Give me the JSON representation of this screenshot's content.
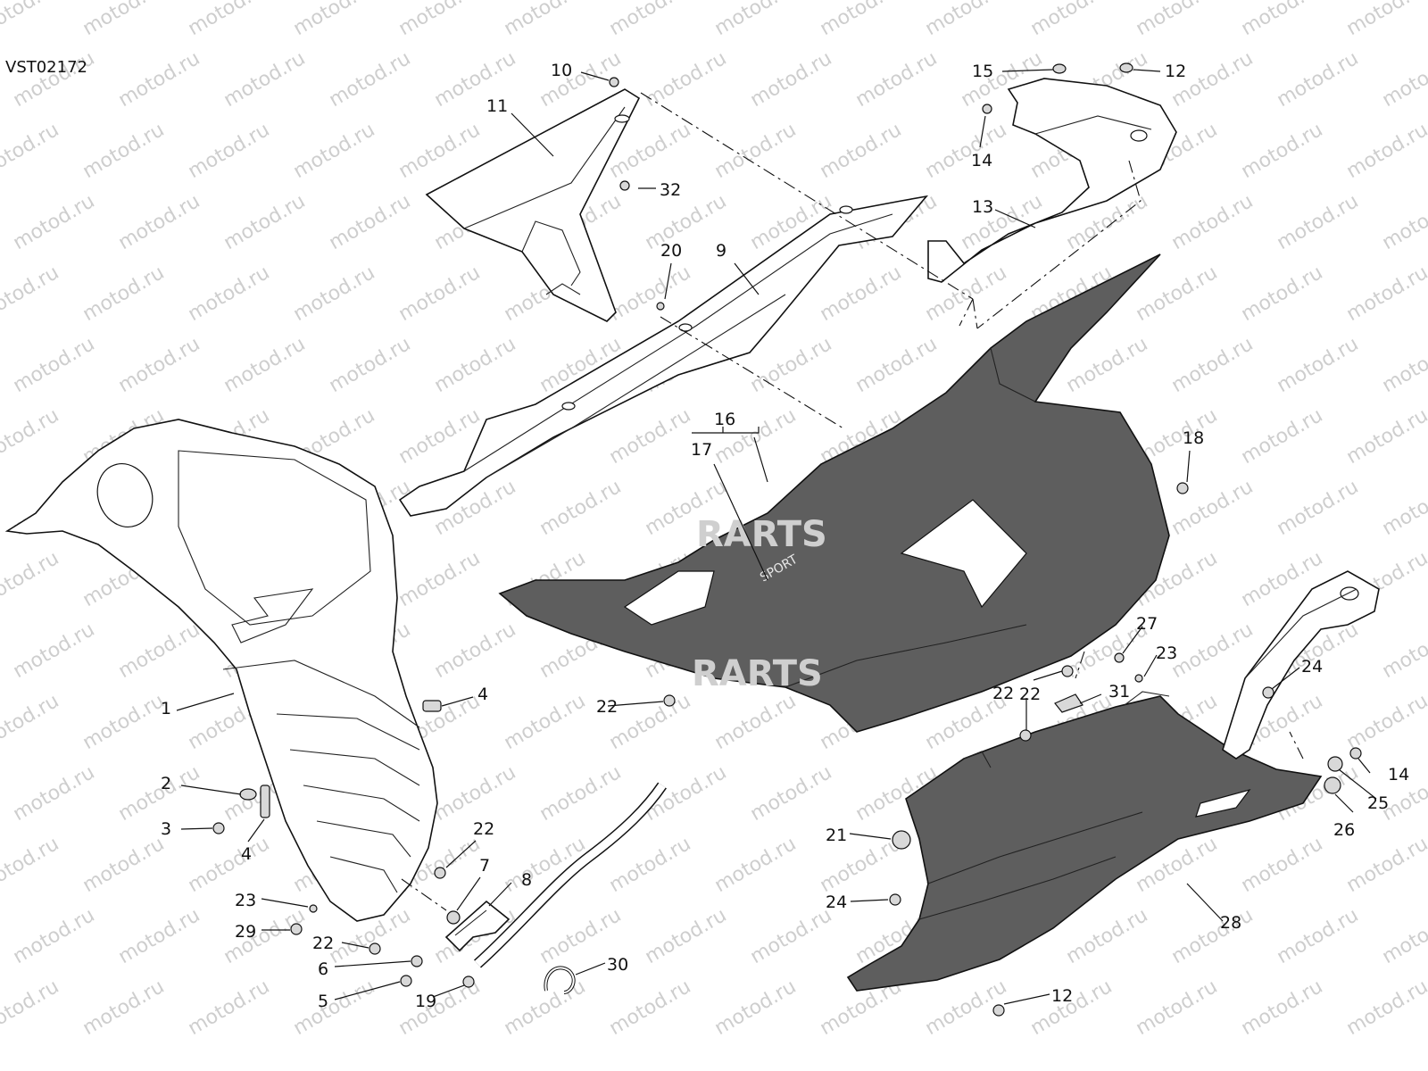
{
  "diagram": {
    "code": "VST02172",
    "watermark": "motod.ru",
    "brand_mark": "RARTS",
    "decal_text": "SPORT",
    "callouts": [
      {
        "id": "c10",
        "label": "10"
      },
      {
        "id": "c11",
        "label": "11"
      },
      {
        "id": "c32",
        "label": "32"
      },
      {
        "id": "c15",
        "label": "15"
      },
      {
        "id": "c12a",
        "label": "12"
      },
      {
        "id": "c14a",
        "label": "14"
      },
      {
        "id": "c13",
        "label": "13"
      },
      {
        "id": "c20",
        "label": "20"
      },
      {
        "id": "c9",
        "label": "9"
      },
      {
        "id": "c16",
        "label": "16"
      },
      {
        "id": "c17",
        "label": "17"
      },
      {
        "id": "c18",
        "label": "18"
      },
      {
        "id": "c27",
        "label": "27"
      },
      {
        "id": "c23a",
        "label": "23"
      },
      {
        "id": "c22a",
        "label": "22"
      },
      {
        "id": "c31",
        "label": "31"
      },
      {
        "id": "c24a",
        "label": "24"
      },
      {
        "id": "c22b",
        "label": "22"
      },
      {
        "id": "c4a",
        "label": "4"
      },
      {
        "id": "c1",
        "label": "1"
      },
      {
        "id": "c2",
        "label": "2"
      },
      {
        "id": "c3",
        "label": "3"
      },
      {
        "id": "c4b",
        "label": "4"
      },
      {
        "id": "c22c",
        "label": "22"
      },
      {
        "id": "c7",
        "label": "7"
      },
      {
        "id": "c8",
        "label": "8"
      },
      {
        "id": "c23b",
        "label": "23"
      },
      {
        "id": "c29",
        "label": "29"
      },
      {
        "id": "c22d",
        "label": "22"
      },
      {
        "id": "c6",
        "label": "6"
      },
      {
        "id": "c5",
        "label": "5"
      },
      {
        "id": "c19",
        "label": "19"
      },
      {
        "id": "c30",
        "label": "30"
      },
      {
        "id": "c22e",
        "label": "22"
      },
      {
        "id": "c14b",
        "label": "14"
      },
      {
        "id": "c25",
        "label": "25"
      },
      {
        "id": "c26",
        "label": "26"
      },
      {
        "id": "c21",
        "label": "21"
      },
      {
        "id": "c24b",
        "label": "24"
      },
      {
        "id": "c28",
        "label": "28"
      },
      {
        "id": "c12b",
        "label": "12"
      }
    ]
  }
}
